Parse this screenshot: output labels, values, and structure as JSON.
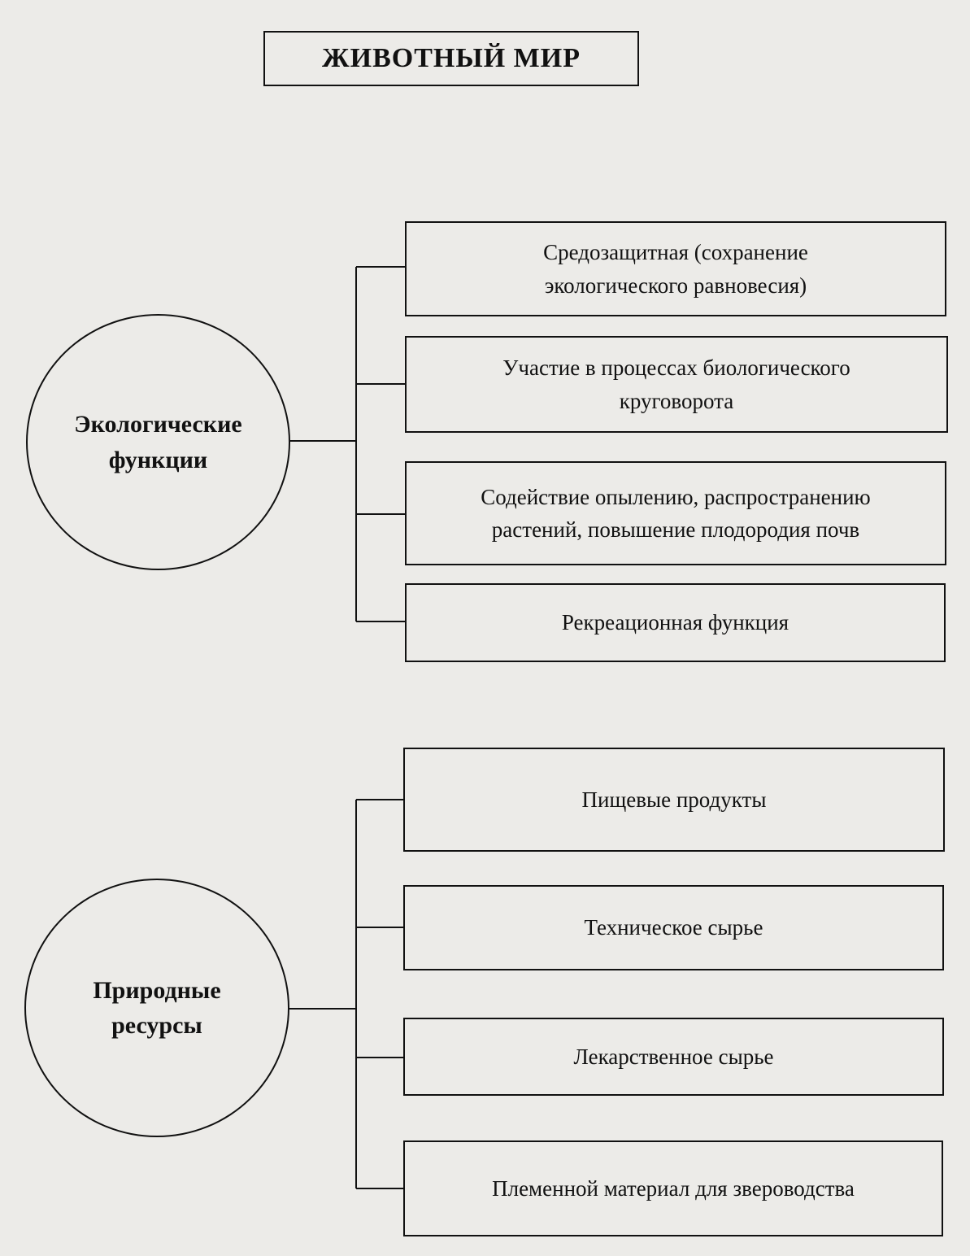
{
  "title": "ЖИВОТНЫЙ МИР",
  "groups": [
    {
      "name": [
        "Экологические",
        "функции"
      ],
      "items": [
        [
          "Средозащитная (сохранение",
          "экологического равновесия)"
        ],
        [
          "Участие в процессах биологического",
          "круговорота"
        ],
        [
          "Содействие опылению, распространению",
          "растений, повышение плодородия почв"
        ],
        [
          "Рекреационная функция"
        ]
      ]
    },
    {
      "name": [
        "Природные",
        "ресурсы"
      ],
      "items": [
        [
          "Пищевые продукты"
        ],
        [
          "Техническое сырье"
        ],
        [
          "Лекарственное сырье"
        ],
        [
          "Племенной материал для звероводства"
        ]
      ]
    }
  ]
}
